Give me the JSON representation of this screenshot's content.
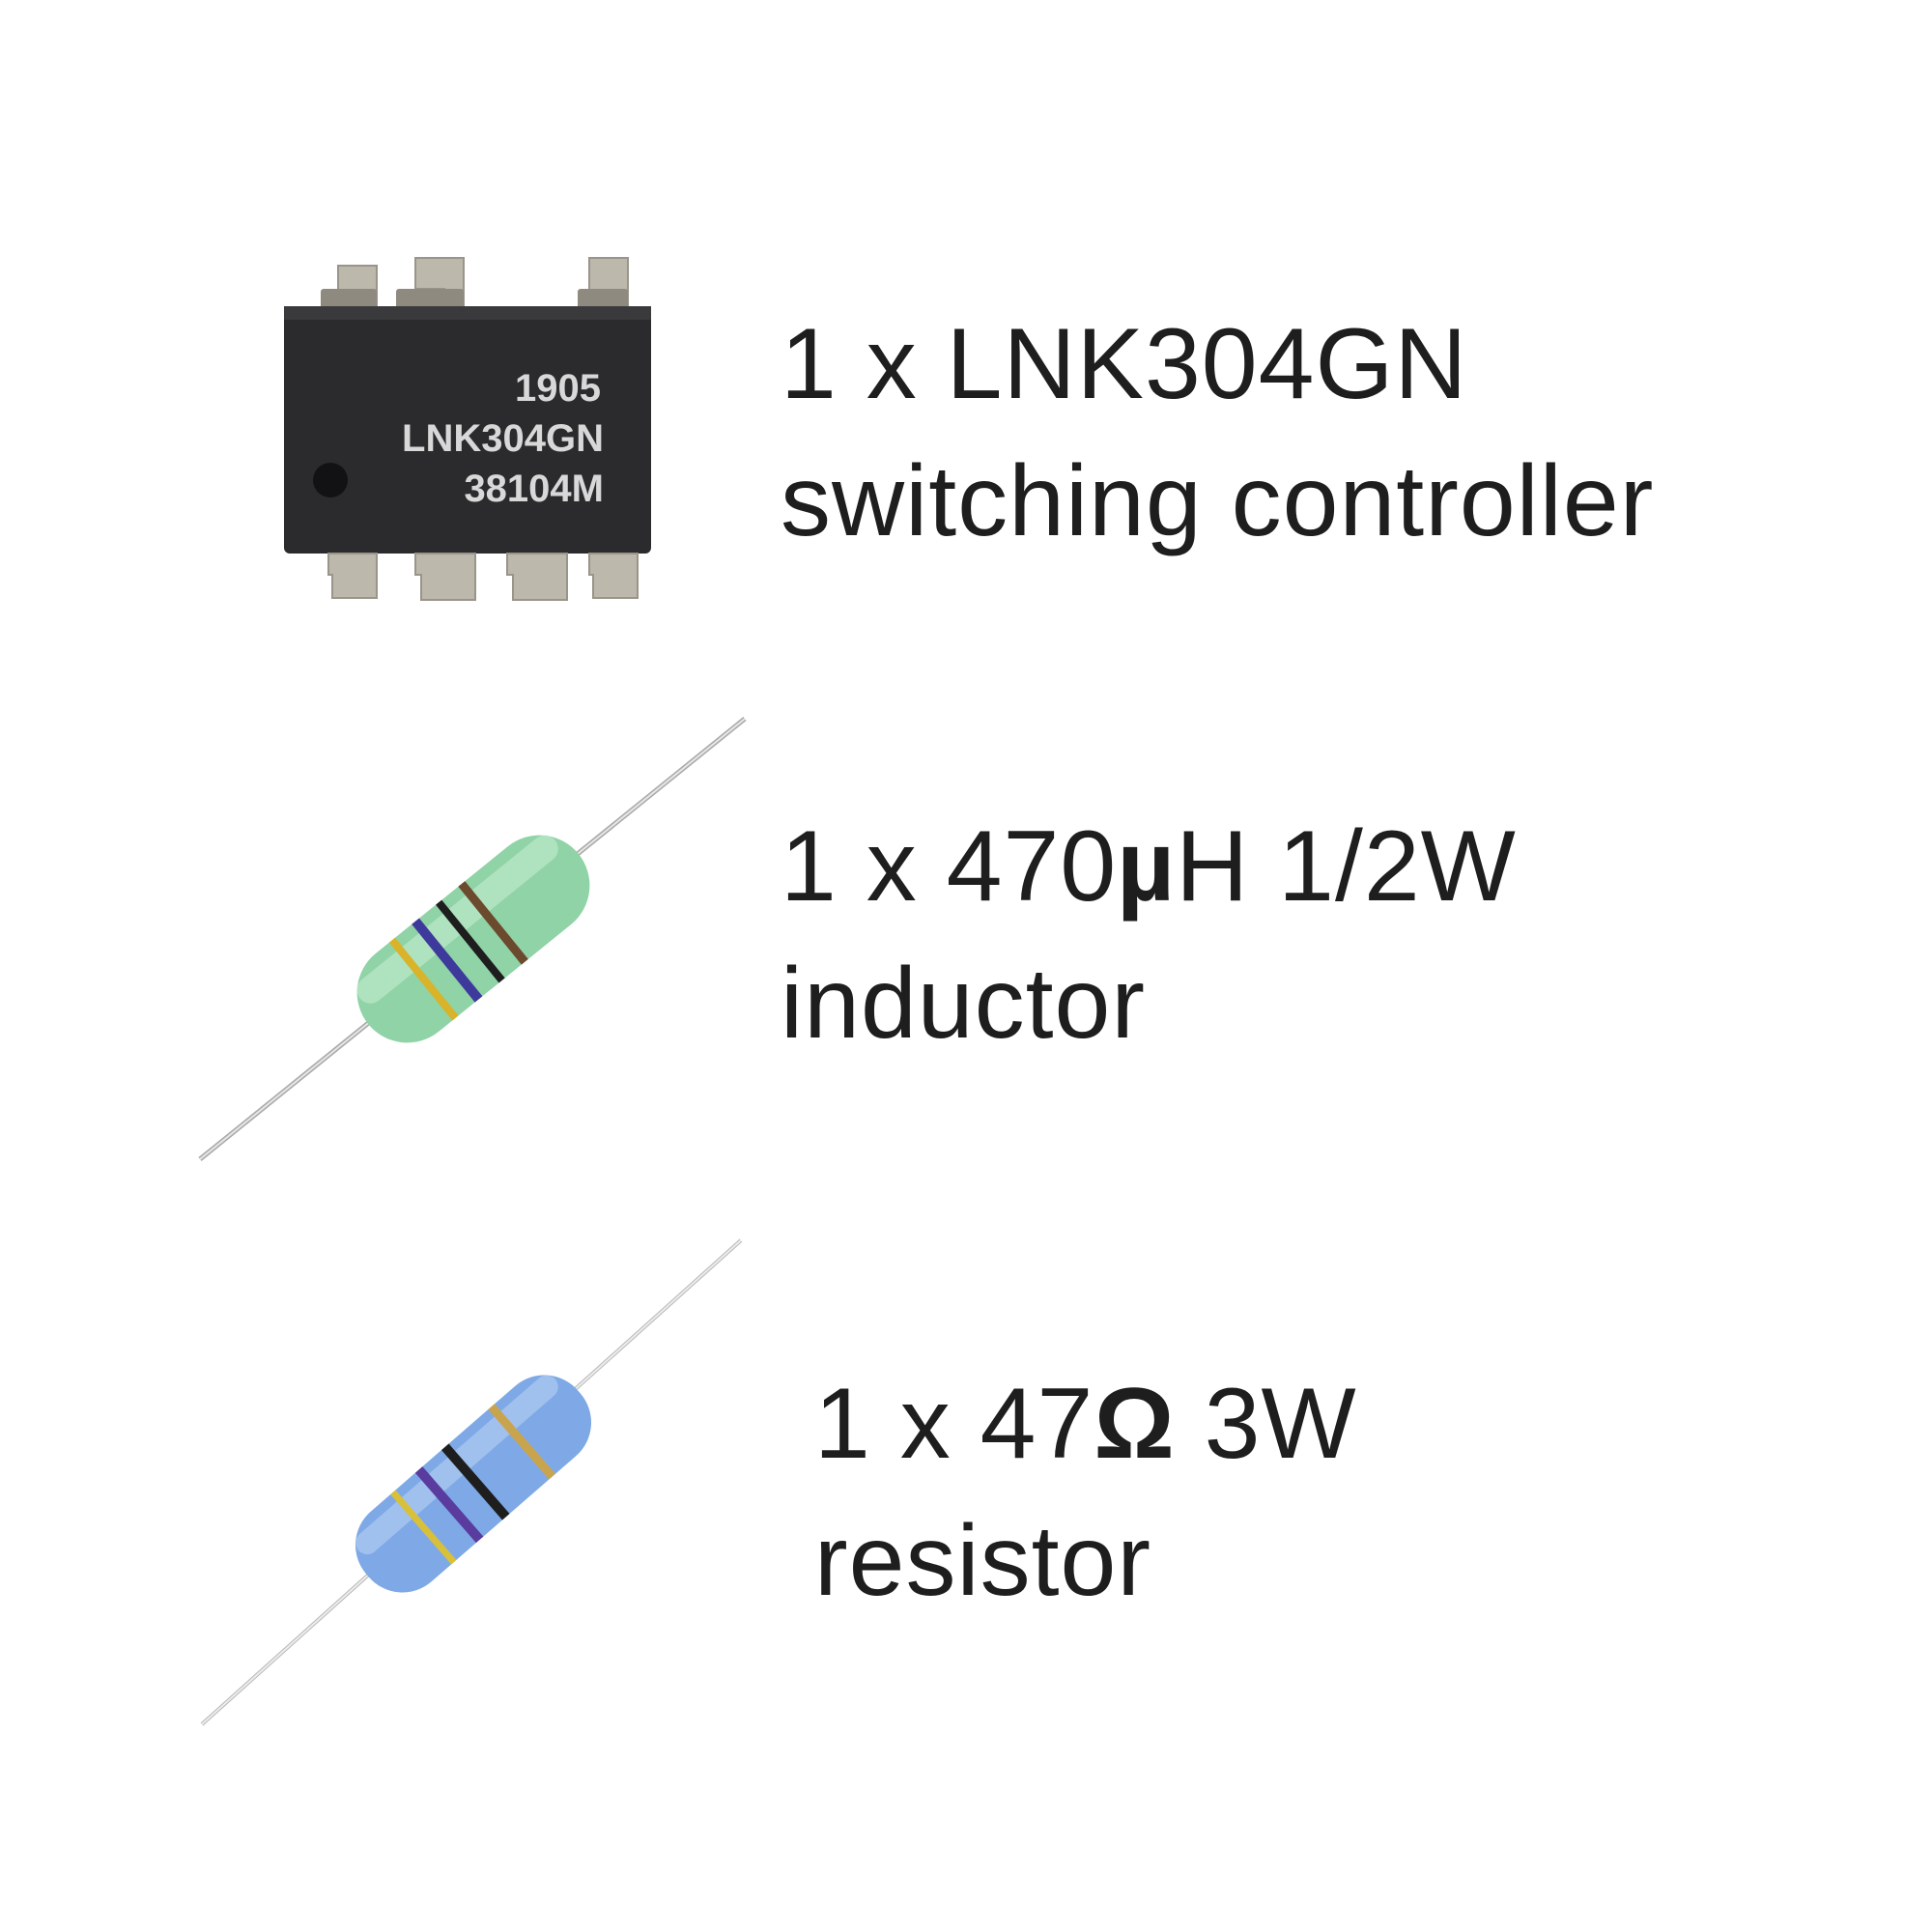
{
  "items": [
    {
      "quantity": "1 x",
      "value": "LNK304GN",
      "description": "switching controller",
      "chip_markings": [
        "1905",
        "LNK304GN",
        "38104M"
      ]
    },
    {
      "quantity": "1 x",
      "value_number": "470",
      "value_symbol": "µ",
      "value_unit": "H",
      "rating": "1/2W",
      "description": "inductor"
    },
    {
      "quantity": "1 x",
      "value_number": "47",
      "value_symbol": "Ω",
      "rating": "3W",
      "description": "resistor"
    }
  ],
  "colors": {
    "text": "#1e1e1e",
    "chip_body": "#2b2b2d",
    "chip_marking": "#d8d8d8",
    "pin": "#b9b4a8",
    "inductor_body": "#8fd3a6",
    "resistor_body": "#7ea9e6"
  }
}
